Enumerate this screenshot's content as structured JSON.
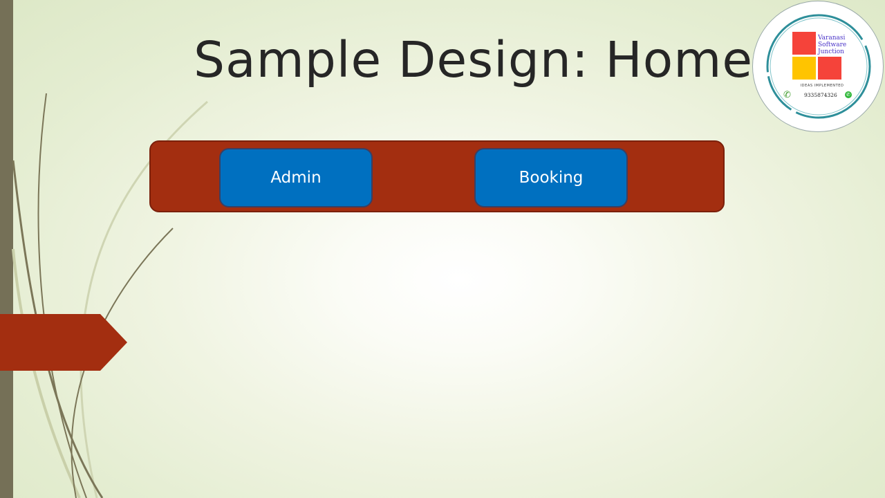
{
  "slide": {
    "title": "Sample Design: Home"
  },
  "nav": {
    "buttons": [
      {
        "label": "Admin"
      },
      {
        "label": "Booking"
      }
    ]
  },
  "logo": {
    "name_lines": [
      "Varanasi",
      "Software",
      "Junction"
    ],
    "tagline": "IDEAS IMPLEMENTED",
    "phone": "9335874326",
    "phone_icon": "phone-icon",
    "whatsapp_icon": "whatsapp-icon"
  },
  "colors": {
    "accent_dark_red": "#a32e10",
    "button_blue": "#0070c0",
    "side_bar": "#757057",
    "logo_red": "#f5433a",
    "logo_yellow": "#ffc400",
    "logo_ring": "#2e8f9a"
  }
}
